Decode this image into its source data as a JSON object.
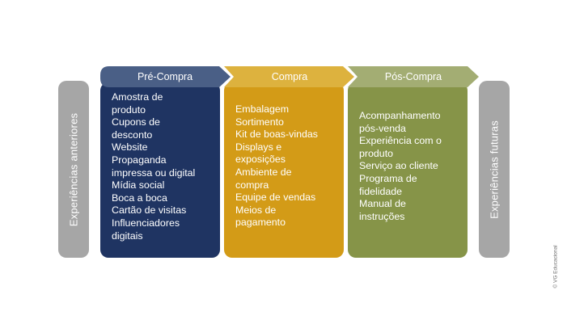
{
  "side_left_label": "Experiências anteriores",
  "side_right_label": "Experiências futuras",
  "stages": [
    {
      "label": "Pré-Compra",
      "header_color": "#4a5f86",
      "body_color": "#1f3462",
      "items": [
        "Amostra de",
        "produto",
        "Cupons de",
        "desconto",
        "Website",
        "Propaganda",
        "impressa ou digital",
        "Mídia social",
        "Boca a boca",
        "Cartão de visitas",
        "Influenciadores",
        "digitais"
      ]
    },
    {
      "label": "Compra",
      "header_color": "#ddb23e",
      "body_color": "#d39b17",
      "items": [
        "Embalagem",
        "Sortimento",
        "Kit de boas-vindas",
        "Displays e",
        "exposições",
        "Ambiente de",
        "compra",
        "Equipe de vendas",
        "Meios de",
        "pagamento"
      ]
    },
    {
      "label": "Pós-Compra",
      "header_color": "#a3ad73",
      "body_color": "#869448",
      "items": [
        "Acompanhamento",
        "pós-venda",
        "Experiência com o",
        "produto",
        "Serviço ao cliente",
        "Programa de",
        "fidelidade",
        "Manual de",
        "instruções"
      ]
    }
  ],
  "watermark": "© VG Educacional"
}
